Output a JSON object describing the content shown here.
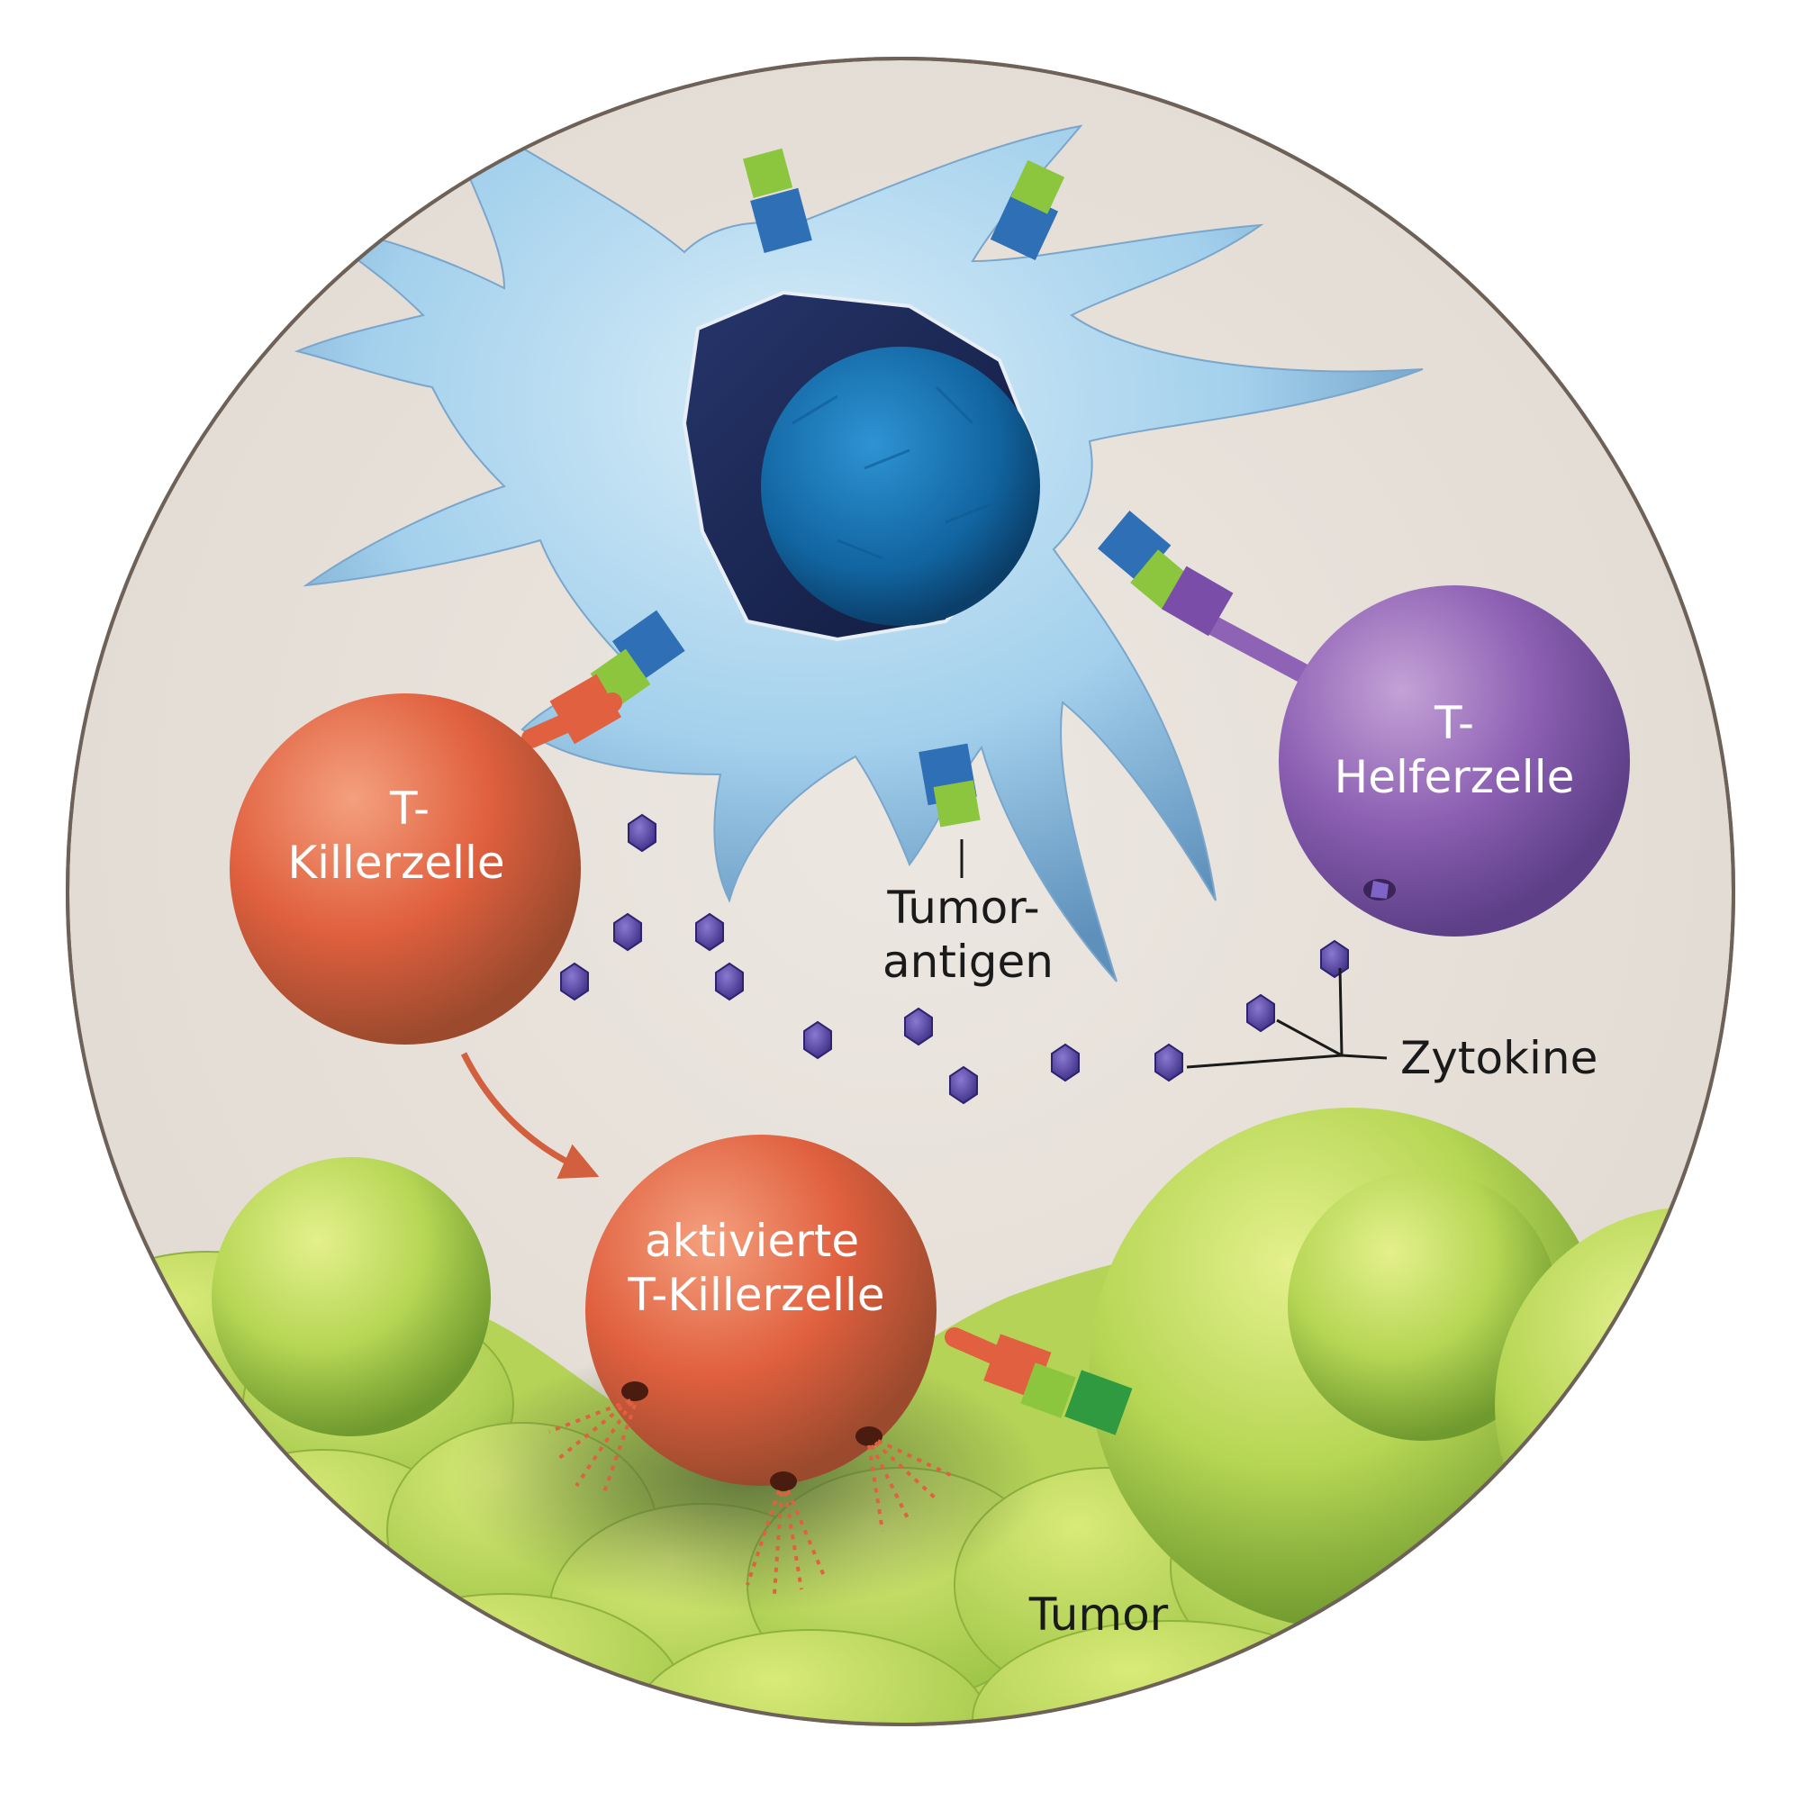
{
  "colors": {
    "background": "#e7e1da",
    "rim": "#6e6258",
    "dendritic": "#9dcbe9",
    "nucleus": "#1a7bbf",
    "killer": "#e06040",
    "helper": "#8e63b5",
    "tumor": "#b8d85a",
    "antigen": "#8cc63f",
    "receptor_blue": "#2f6fb5",
    "cytokine": "#5a46a8",
    "arrow": "#d2603f"
  },
  "labels": {
    "killer_line1": "T-",
    "killer_line2": "Killerzelle",
    "helper_line1": "T-",
    "helper_line2": "Helferzelle",
    "activated_line1": "aktivierte",
    "activated_line2": "T-Killerzelle",
    "antigen_line1": "Tumor-",
    "antigen_line2": "antigen",
    "cytokines": "Zytokine",
    "tumor": "Tumor"
  }
}
